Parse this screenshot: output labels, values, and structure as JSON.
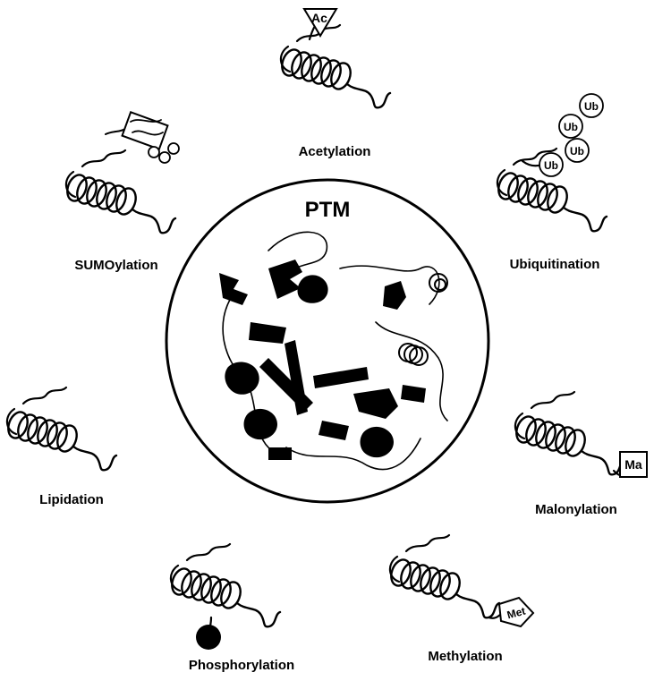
{
  "center": {
    "title": "PTM"
  },
  "modifications": [
    {
      "key": "acetylation",
      "label": "Acetylation",
      "tag": "Ac"
    },
    {
      "key": "ubiquitination",
      "label": "Ubiquitination",
      "tag": "Ub"
    },
    {
      "key": "malonylation",
      "label": "Malonylation",
      "tag": "Ma"
    },
    {
      "key": "methylation",
      "label": "Methylation",
      "tag": "Met"
    },
    {
      "key": "phosphorylation",
      "label": "Phosphorylation",
      "tag": ""
    },
    {
      "key": "lipidation",
      "label": "Lipidation",
      "tag": ""
    },
    {
      "key": "sumoylation",
      "label": "SUMOylation",
      "tag": ""
    }
  ],
  "colors": {
    "ink": "#000000",
    "paper": "#ffffff"
  }
}
